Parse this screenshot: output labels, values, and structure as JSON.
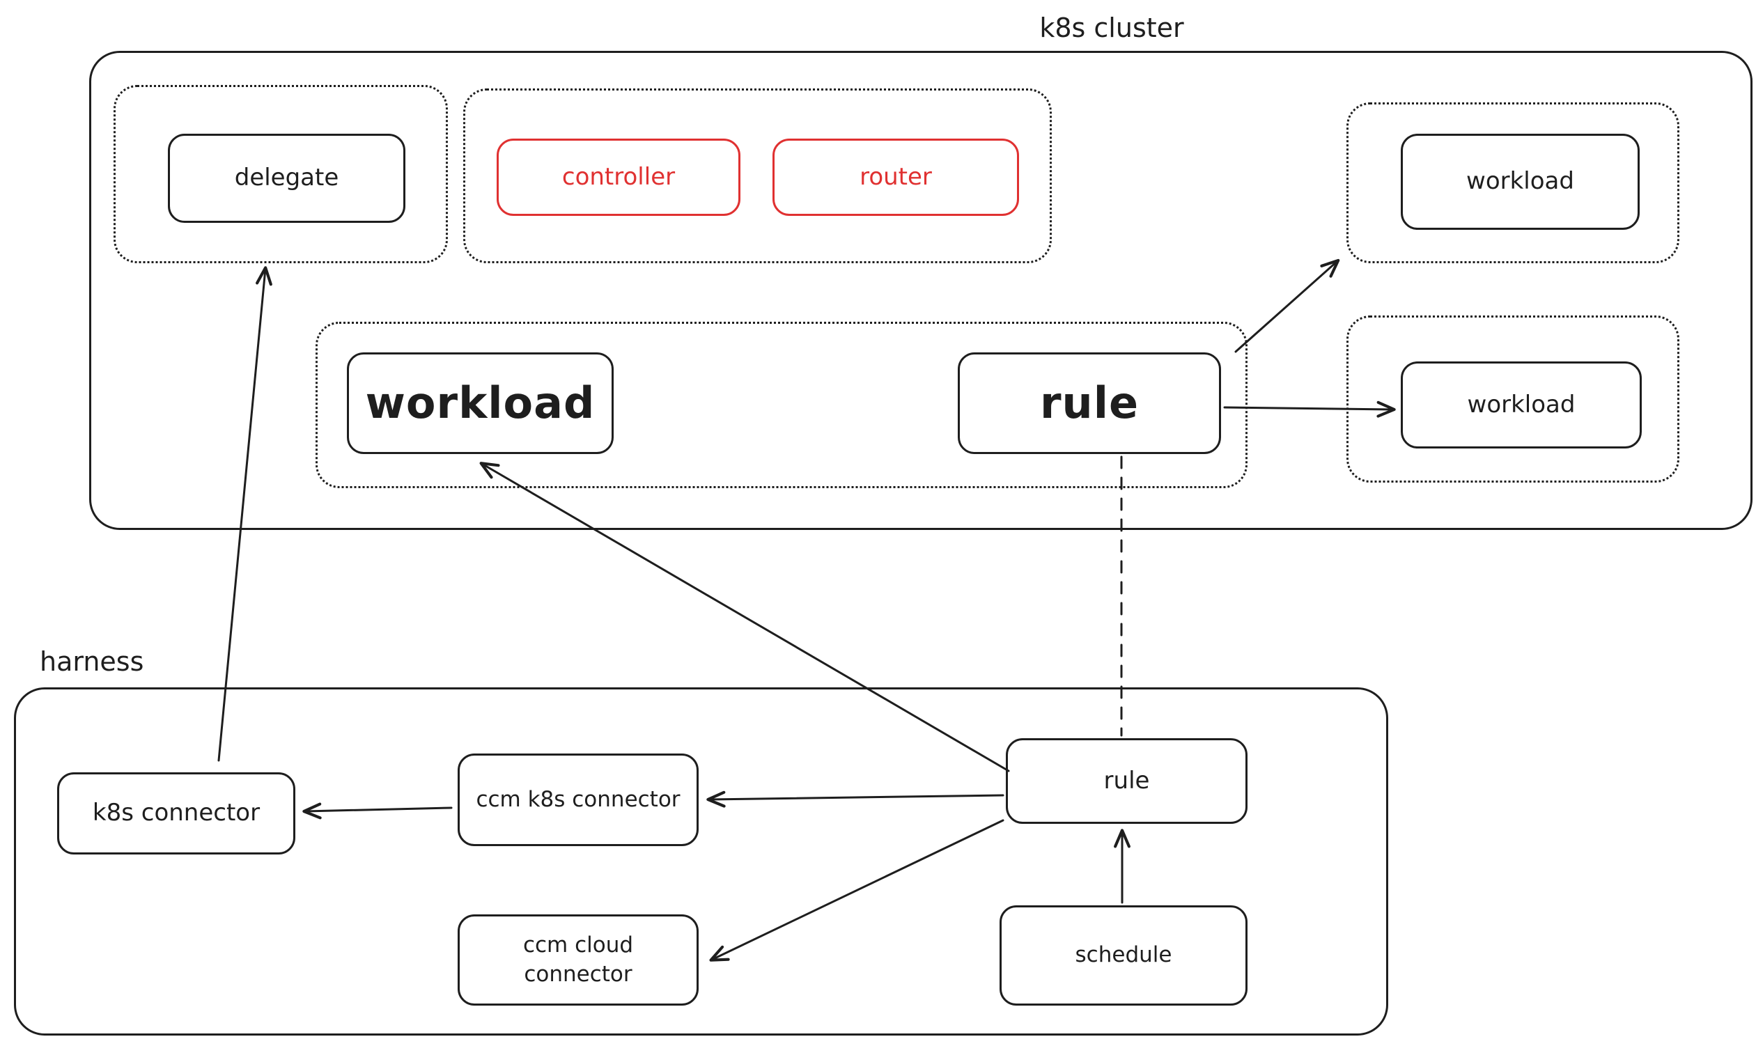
{
  "colors": {
    "ink": "#1e1e1e",
    "accent_red": "#e03131",
    "background": "#ffffff"
  },
  "containers": {
    "k8s_cluster": {
      "label": "k8s cluster"
    },
    "harness": {
      "label": "harness"
    }
  },
  "nodes": {
    "delegate": {
      "label": "delegate"
    },
    "controller": {
      "label": "controller"
    },
    "router": {
      "label": "router"
    },
    "workload_top": {
      "label": "workload"
    },
    "workload_main": {
      "label": "workload"
    },
    "rule_cluster": {
      "label": "rule"
    },
    "workload_right": {
      "label": "workload"
    },
    "k8s_connector": {
      "label": "k8s connector"
    },
    "ccm_k8s_connector": {
      "label": "ccm k8s connector"
    },
    "ccm_cloud_connector": {
      "label": "ccm cloud connector"
    },
    "rule_harness": {
      "label": "rule"
    },
    "schedule": {
      "label": "schedule"
    }
  },
  "edges": [
    {
      "from": "rule_cluster",
      "to": "workload_top_group",
      "style": "solid",
      "arrowhead": true
    },
    {
      "from": "rule_cluster",
      "to": "workload_right",
      "style": "solid",
      "arrowhead": true
    },
    {
      "from": "rule_cluster",
      "to": "rule_harness",
      "style": "dashed",
      "arrowhead": false
    },
    {
      "from": "rule_harness",
      "to": "workload_main",
      "style": "solid",
      "arrowhead": true
    },
    {
      "from": "rule_harness",
      "to": "ccm_k8s_connector",
      "style": "solid",
      "arrowhead": true
    },
    {
      "from": "ccm_k8s_connector",
      "to": "k8s_connector",
      "style": "solid",
      "arrowhead": true
    },
    {
      "from": "rule_harness",
      "to": "ccm_cloud_connector",
      "style": "solid",
      "arrowhead": true
    },
    {
      "from": "schedule",
      "to": "rule_harness",
      "style": "solid",
      "arrowhead": true
    },
    {
      "from": "k8s_connector",
      "to": "delegate_group",
      "style": "solid",
      "arrowhead": true
    }
  ]
}
